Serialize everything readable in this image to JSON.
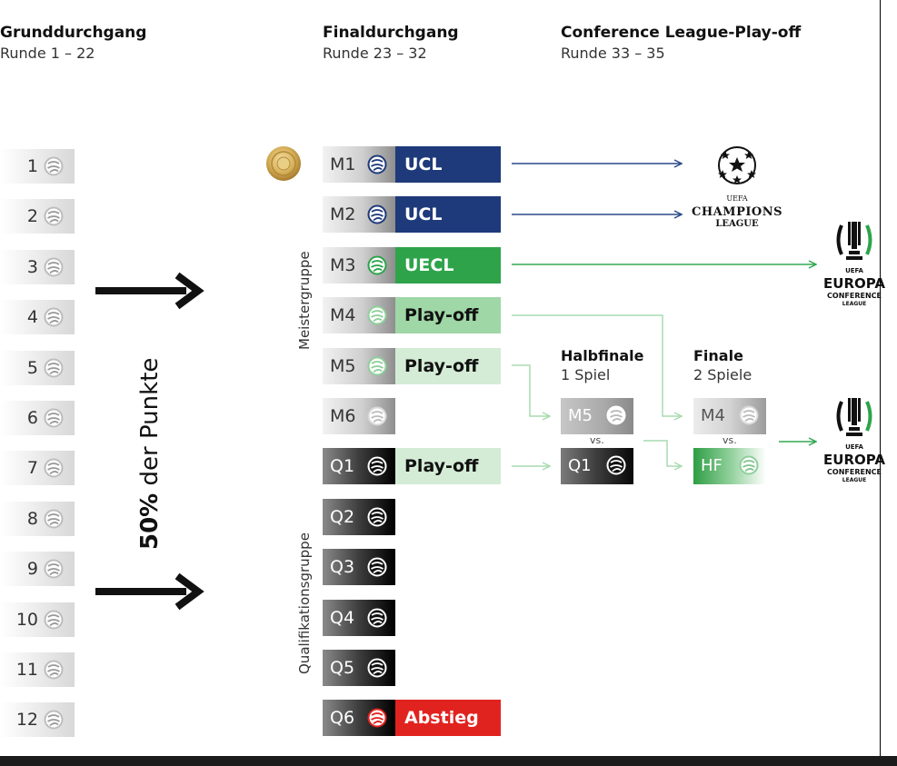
{
  "colors": {
    "ucl": "#1e3a7a",
    "uecl": "#2ea34a",
    "playoff_strong": "#9fd7a6",
    "playoff_light": "#d4ecd6",
    "abstieg": "#e1231f",
    "arrow_blue": "#2b4a8a",
    "arrow_green": "#34a853"
  },
  "headers": {
    "col1_title": "Grunddurchgang",
    "col1_sub": "Runde 1 – 22",
    "col2_title": "Finaldurchgang",
    "col2_sub": "Runde 23 – 32",
    "col3_title": "Conference League-Play-off",
    "col3_sub": "Runde 33 – 35"
  },
  "grunddurchgang": {
    "places": [
      "1",
      "2",
      "3",
      "4",
      "5",
      "6",
      "7",
      "8",
      "9",
      "10",
      "11",
      "12"
    ],
    "points_label_bold": "50%",
    "points_label_rest": " der Punkte"
  },
  "groups": {
    "meister_label": "Meistergruppe",
    "quali_label": "Qualifikationsgruppe"
  },
  "finaldurchgang": [
    {
      "seed": "M1",
      "status": "UCL",
      "style": "ucl"
    },
    {
      "seed": "M2",
      "status": "UCL",
      "style": "ucl"
    },
    {
      "seed": "M3",
      "status": "UECL",
      "style": "uecl"
    },
    {
      "seed": "M4",
      "status": "Play-off",
      "style": "po-strong"
    },
    {
      "seed": "M5",
      "status": "Play-off",
      "style": "po-light"
    },
    {
      "seed": "M6",
      "status": "",
      "style": "none"
    },
    {
      "seed": "Q1",
      "status": "Play-off",
      "style": "po-light"
    },
    {
      "seed": "Q2",
      "status": "",
      "style": "none"
    },
    {
      "seed": "Q3",
      "status": "",
      "style": "none"
    },
    {
      "seed": "Q4",
      "status": "",
      "style": "none"
    },
    {
      "seed": "Q5",
      "status": "",
      "style": "none"
    },
    {
      "seed": "Q6",
      "status": "Abstieg",
      "style": "abstieg"
    }
  ],
  "playoff": {
    "halbfinale_title": "Halbfinale",
    "halbfinale_sub": "1 Spiel",
    "finale_title": "Finale",
    "finale_sub": "2 Spiele",
    "hf_top": "M5",
    "hf_bottom": "Q1",
    "final_top": "M4",
    "final_bottom": "HF",
    "vs": "vs."
  },
  "logos": {
    "ucl_top": "UEFA",
    "ucl_line1": "CHAMPIONS",
    "ucl_line2": "LEAGUE",
    "uecl_top": "UEFA",
    "uecl_line1": "EUROPA",
    "uecl_line2": "CONFERENCE",
    "uecl_line3": "LEAGUE"
  },
  "icons": {
    "ball": "bundesliga-ball-icon",
    "meister_medal": "championship-medal-icon",
    "ucl_ball": "starball-icon",
    "uecl_trophy": "conference-trophy-icon"
  }
}
